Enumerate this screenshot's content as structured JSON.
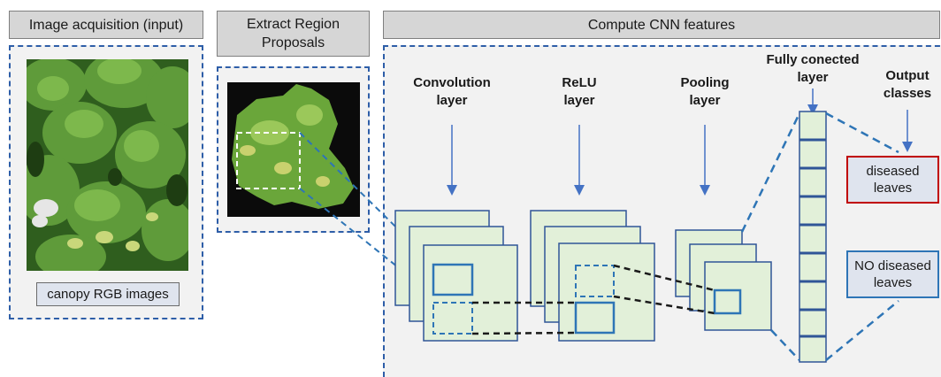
{
  "stages": {
    "acquisition": "Image acquisition (input)",
    "proposals": "Extract Region\nProposals",
    "cnn": "Compute CNN features"
  },
  "input_caption": "canopy RGB images",
  "layers": {
    "conv": "Convolution\nlayer",
    "relu": "ReLU\nlayer",
    "pool": "Pooling\nlayer",
    "fc": "Fully conected\nlayer",
    "output": "Output\nclasses"
  },
  "outputs": {
    "diseased": "diseased\nleaves",
    "healthy": "NO diseased\nleaves"
  },
  "colors": {
    "dashed_border": "#2e5ea8",
    "arrow": "#4472c4",
    "feature_fill": "#e2f0d9",
    "feature_stroke": "#2f5597",
    "diseased_border": "#c00000",
    "healthy_border": "#2e75b6"
  }
}
